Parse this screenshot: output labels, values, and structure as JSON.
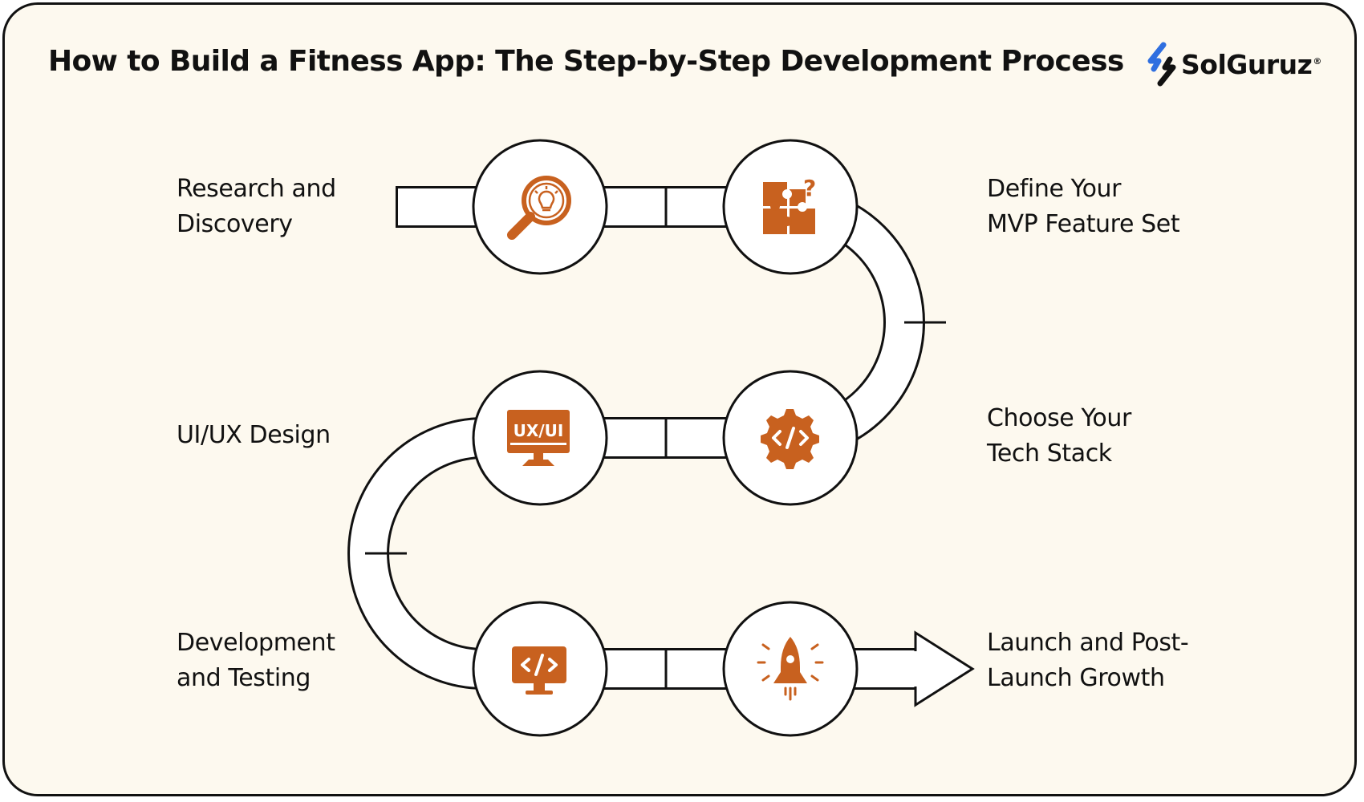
{
  "title": "How to Build a Fitness App: The Step-by-Step Development Process",
  "brand": {
    "name": "SolGuruz",
    "reg": "®"
  },
  "colors": {
    "accent": "#c8611f",
    "outline": "#111111",
    "background": "#fdf9ef",
    "track": "#ffffff"
  },
  "steps": [
    {
      "lines": [
        "Research and",
        "Discovery"
      ],
      "icon": "magnifier-lightbulb-icon"
    },
    {
      "lines": [
        "Define Your",
        "MVP Feature Set"
      ],
      "icon": "puzzle-question-icon"
    },
    {
      "lines": [
        "UI/UX Design"
      ],
      "icon": "ux-ui-monitor-icon",
      "icon_text": "UX/UI"
    },
    {
      "lines": [
        "Choose Your",
        "Tech Stack"
      ],
      "icon": "code-gear-icon"
    },
    {
      "lines": [
        "Development",
        "and Testing"
      ],
      "icon": "code-monitor-icon"
    },
    {
      "lines": [
        "Launch and Post-",
        "Launch Growth"
      ],
      "icon": "rocket-launch-icon"
    }
  ]
}
